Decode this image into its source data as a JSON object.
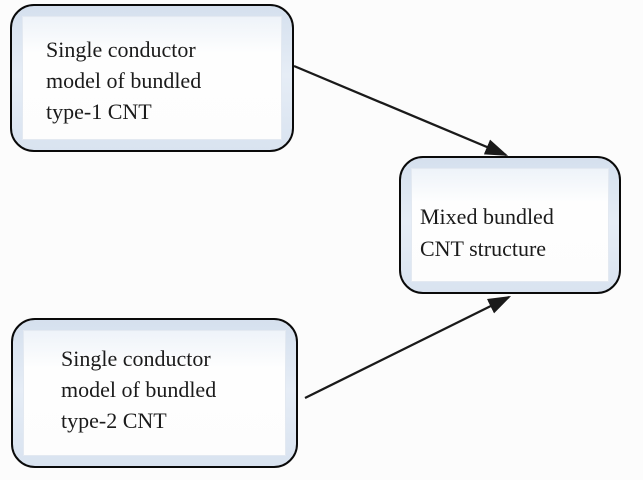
{
  "diagram": {
    "description": "Flow diagram: two single-conductor bundled CNT models combine into a mixed bundled CNT structure",
    "colors": {
      "background": "#fcfcfc",
      "node_border": "#0a0a0a",
      "node_fill": "#dce6f2",
      "panel_fill": "#fdfdfd",
      "arrow": "#1a1a1a",
      "text": "#1b1b1b"
    },
    "nodes": [
      {
        "id": "type1",
        "label": "Single conductor model of bundled type-1 CNT",
        "lines": [
          "Single conductor",
          "model of bundled",
          "type-1 CNT"
        ]
      },
      {
        "id": "mixed",
        "label": "Mixed bundled CNT structure",
        "lines": [
          "Mixed bundled",
          "CNT structure"
        ]
      },
      {
        "id": "type2",
        "label": "Single conductor model of bundled type-2 CNT",
        "lines": [
          "Single conductor",
          "model of bundled",
          "type-2 CNT"
        ]
      }
    ],
    "edges": [
      {
        "from": "type1",
        "to": "mixed"
      },
      {
        "from": "type2",
        "to": "mixed"
      }
    ]
  }
}
